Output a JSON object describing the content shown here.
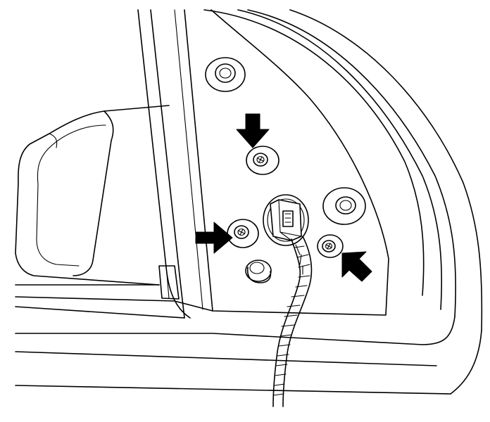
{
  "figure": {
    "subject": "door-mirror-mounting",
    "colors": {
      "ink": "#000000",
      "paper": "#ffffff"
    },
    "callouts": [
      {
        "name": "arrow-top",
        "points_to": "mounting-screw-top"
      },
      {
        "name": "arrow-left",
        "points_to": "mounting-screw-left"
      },
      {
        "name": "arrow-right",
        "points_to": "mounting-screw-right"
      }
    ]
  }
}
